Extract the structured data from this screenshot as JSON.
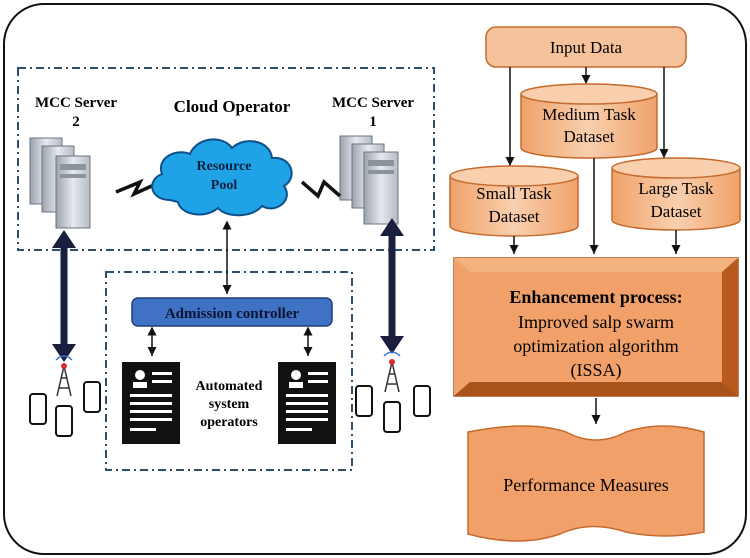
{
  "left_panel": {
    "cloud_operator_title": "Cloud Operator",
    "server_left": {
      "line1": "MCC Server",
      "line2": "2"
    },
    "server_right": {
      "line1": "MCC Server",
      "line2": "1"
    },
    "resource_pool": {
      "line1": "Resource",
      "line2": "Pool"
    },
    "admission_controller": "Admission controller",
    "operators_label": {
      "line1": "Automated",
      "line2": "system",
      "line3": "operators"
    }
  },
  "flowchart": {
    "input": "Input Data",
    "medium": {
      "line1": "Medium Task",
      "line2": "Dataset"
    },
    "small": {
      "line1": "Small Task",
      "line2": "Dataset"
    },
    "large": {
      "line1": "Large Task",
      "line2": "Dataset"
    },
    "enhancement": {
      "heading": "Enhancement process:",
      "line1": "Improved salp swarm",
      "line2": "optimization algorithm",
      "line3": "(ISSA)"
    },
    "performance": "Performance Measures"
  },
  "colors": {
    "orange_fill": "#f6c29b",
    "orange_box": "#f2a06a",
    "orange_dark": "#e07b39",
    "cloud_fill": "#1fa3e6",
    "controller_fill": "#3f72c4",
    "dashed_border": "#2f4f6f",
    "arrow_dark": "#1a1f3d"
  }
}
